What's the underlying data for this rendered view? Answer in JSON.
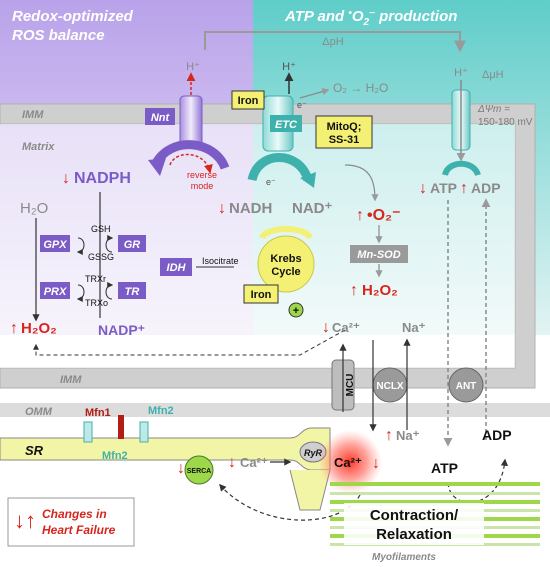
{
  "colors": {
    "purple": "#7b5cc6",
    "purple_light": "#c8b8ea",
    "teal": "#4fc3c0",
    "teal_light": "#bfe9e7",
    "red": "#d7261e",
    "yellow": "#f4f074",
    "gray": "#9a9a9a",
    "sr_yellow": "#f3f5a6"
  },
  "headers": {
    "left": "Redox-optimized ROS balance",
    "left_line1": "Redox-optimized",
    "left_line2": "ROS balance",
    "right_pre": "ATP and ",
    "right_sup": "•",
    "right_o": "O",
    "right_sub": "2",
    "right_minus": "−",
    "right_post": " production"
  },
  "membranes": {
    "imm_top": "IMM",
    "matrix": "Matrix",
    "imm_bottom": "IMM",
    "omm": "OMM",
    "delta_ph": "ΔpH",
    "delta_mu": "ΔμH",
    "delta_psi": "ΔΨm =",
    "delta_psi_value": "150-180 mV"
  },
  "boxes": {
    "nnt": "Nnt",
    "etc": "ETC",
    "iron_top": "Iron",
    "iron_bottom": "Iron",
    "mitoq_line1": "MitoQ;",
    "mitoq_line2": "SS-31",
    "gpx": "GPX",
    "gr": "GR",
    "prx": "PRX",
    "tr": "TR",
    "idh": "IDH",
    "mnsod": "Mn-SOD",
    "krebs_line1": "Krebs",
    "krebs_line2": "Cycle",
    "mcu": "MCU",
    "nclx": "NCLX",
    "ant": "ANT",
    "serca": "SERCA",
    "ryr": "RyR",
    "mfn1": "Mfn1",
    "mfn2_top": "Mfn2",
    "mfn2_bottom": "Mfn2"
  },
  "labels": {
    "h_plus": "H⁺",
    "e_minus": "e⁻",
    "o2_h2o": "O₂ → H₂O",
    "reverse_line1": "reverse",
    "reverse_line2": "mode",
    "nadph": "NADPH",
    "nadh": "NADH",
    "nad_plus": "NAD⁺",
    "nadp_plus": "NADP⁺",
    "h2o": "H₂O",
    "h2o2_left": "H₂O₂",
    "h2o2_right": "H₂O₂",
    "superoxide": "•O₂⁻",
    "gsh": "GSH",
    "gssg": "GSSG",
    "trx_r": "TRXr",
    "trx_o": "TRXo",
    "isocitrate": "Isocitrate",
    "atp_top": "ATP",
    "adp_top": "ADP",
    "ca_matrix": "Ca²⁺",
    "na_matrix": "Na⁺",
    "na_cyto": "Na⁺",
    "ca_sr": "Ca²⁺",
    "ca_cyto": "Ca²⁺",
    "adp_cyto": "ADP",
    "atp_cyto": "ATP",
    "sr": "SR",
    "contraction_line1": "Contraction/",
    "contraction_line2": "Relaxation",
    "myofilaments": "Myofilaments",
    "plus": "+"
  },
  "legend": {
    "arrows": "↓↑",
    "text_line1": "Changes in",
    "text_line2": "Heart Failure"
  }
}
